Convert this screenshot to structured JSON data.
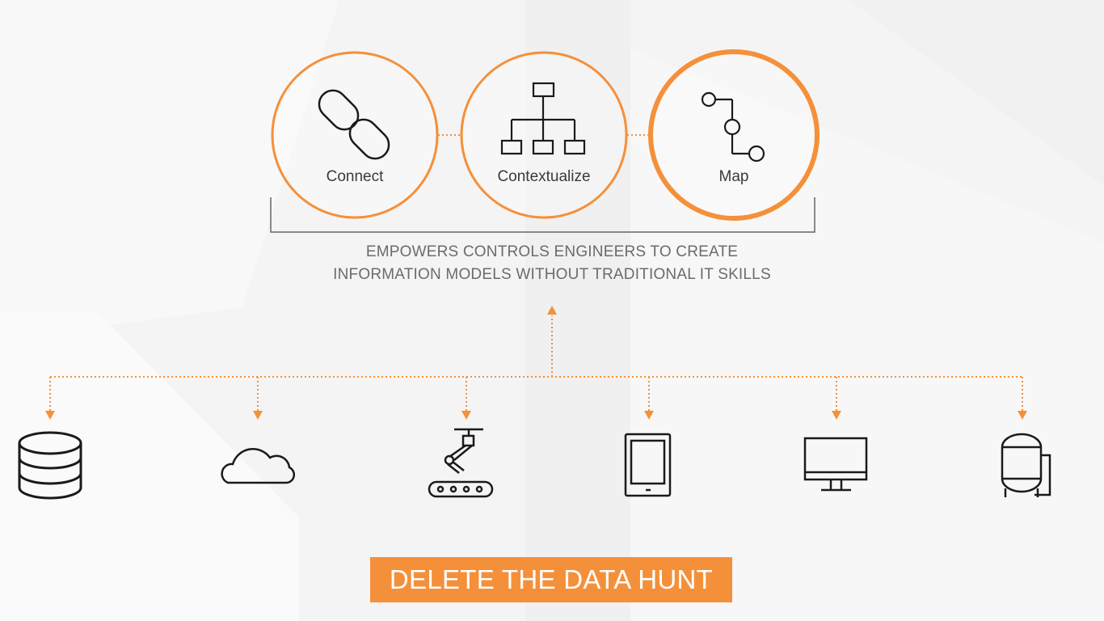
{
  "colors": {
    "accent": "#f5903a",
    "icon": "#1a1a1a",
    "text": "#3a3a3a",
    "tagline": "#6b6b6b",
    "bracket": "#666666"
  },
  "steps": [
    {
      "label": "Connect",
      "icon": "chain-link-icon"
    },
    {
      "label": "Contextualize",
      "icon": "hierarchy-icon"
    },
    {
      "label": "Map",
      "icon": "node-path-icon"
    }
  ],
  "tagline": {
    "line1": "EMPOWERS CONTROLS ENGINEERS TO CREATE",
    "line2": "INFORMATION MODELS WITHOUT TRADITIONAL IT SKILLS"
  },
  "sources": [
    {
      "icon": "database-icon"
    },
    {
      "icon": "cloud-icon"
    },
    {
      "icon": "robot-arm-conveyor-icon"
    },
    {
      "icon": "tablet-icon"
    },
    {
      "icon": "monitor-icon"
    },
    {
      "icon": "tank-vessel-icon"
    }
  ],
  "cta": {
    "label": "DELETE THE DATA HUNT"
  }
}
